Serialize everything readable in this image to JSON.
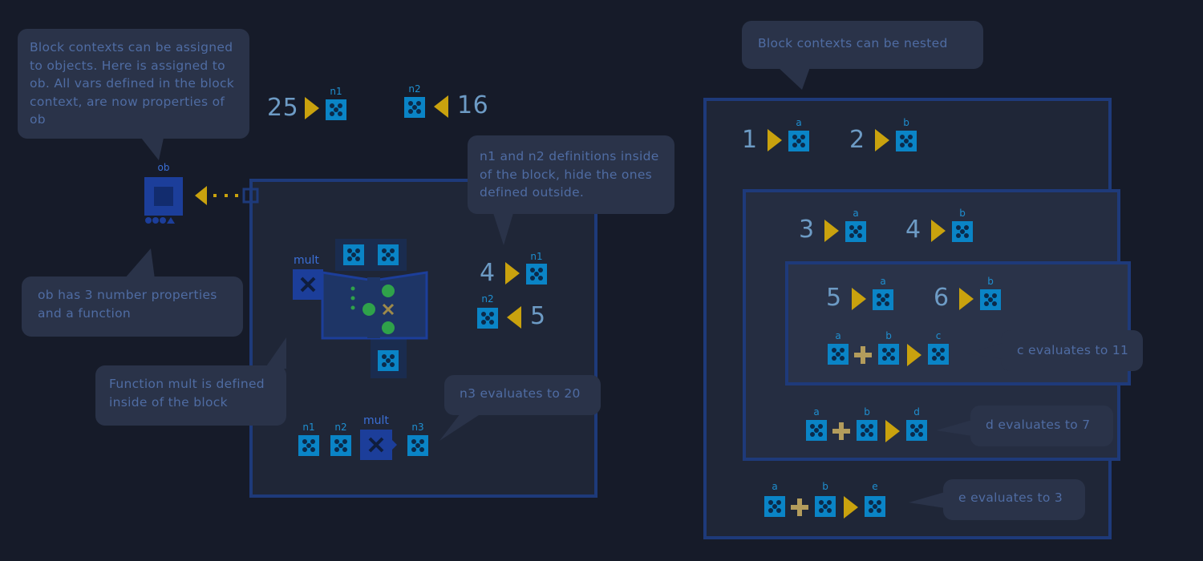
{
  "bubbles": {
    "b1": "Block contexts can be assigned to objects. Here is assigned to ob. All vars defined in the block context, are now properties of ob",
    "b2": "ob has 3 number properties and a function",
    "b3": "Function mult is defined inside of the block",
    "b4": "n1 and n2 definitions inside of the block, hide the ones defined outside.",
    "b5": "n3 evaluates to 20",
    "b6": "Block contexts can be nested",
    "b7": "c evaluates to 11",
    "b8": "d evaluates to 7",
    "b9": "e evaluates to 3"
  },
  "left": {
    "outer_n1_value": "25",
    "outer_n1_label": "n1",
    "outer_n2_value": "16",
    "outer_n2_label": "n2",
    "ob_label": "ob",
    "mult_label": "mult",
    "inner_n1_value": "4",
    "inner_n1_label": "n1",
    "inner_n2_value": "5",
    "inner_n2_label": "n2",
    "call_n1_label": "n1",
    "call_n2_label": "n2",
    "call_mult_label": "mult",
    "call_n3_label": "n3"
  },
  "right": {
    "l1_a_value": "1",
    "l1_b_value": "2",
    "l2_a_value": "3",
    "l2_b_value": "4",
    "l3_a_value": "5",
    "l3_b_value": "6",
    "var_a": "a",
    "var_b": "b",
    "var_c": "c",
    "var_d": "d",
    "var_e": "e"
  },
  "colors": {
    "background": "#161b29",
    "block_border": "#1e3a7a",
    "variable": "#0a84c6",
    "arrow": "#c9a20e",
    "number": "#6d9bc5",
    "bubble": "#2a3349",
    "bubble_text": "#4f6ca3"
  },
  "icons": [
    "variable-icon",
    "assign-right-arrow-icon",
    "assign-left-arrow-icon",
    "plus-icon",
    "multiply-icon",
    "object-icon",
    "function-book-icon"
  ]
}
